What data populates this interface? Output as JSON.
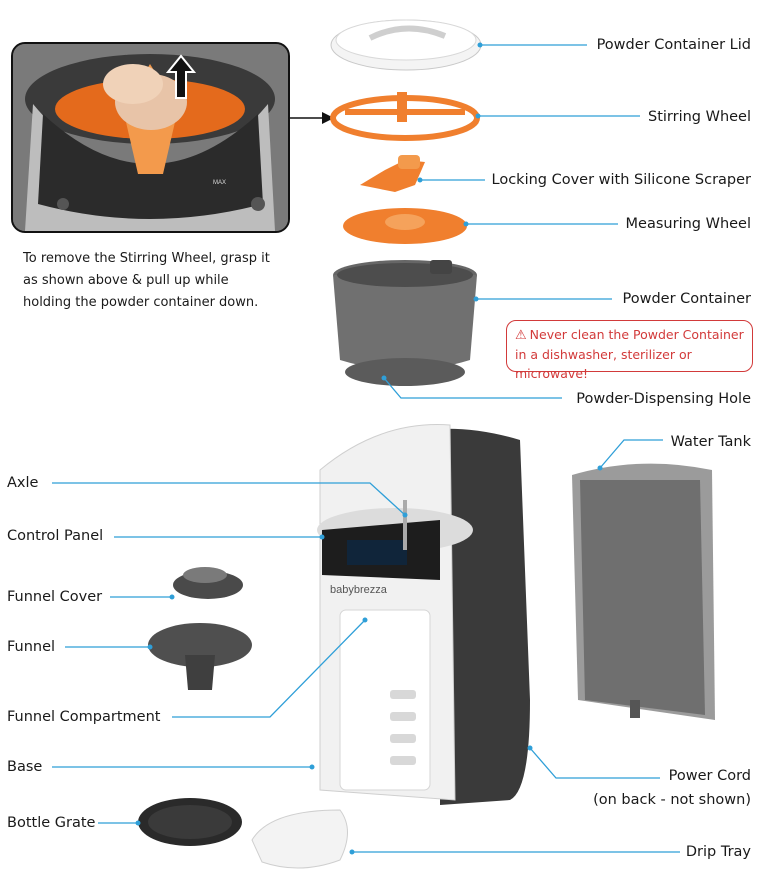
{
  "labels": {
    "powder_container_lid": "Powder Container Lid",
    "stirring_wheel": "Stirring Wheel",
    "locking_cover": "Locking Cover with Silicone Scraper",
    "measuring_wheel": "Measuring Wheel",
    "powder_container": "Powder Container",
    "powder_dispensing_hole": "Powder-Dispensing Hole",
    "water_tank": "Water Tank",
    "axle": "Axle",
    "control_panel": "Control Panel",
    "funnel_cover": "Funnel Cover",
    "funnel": "Funnel",
    "funnel_compartment": "Funnel Compartment",
    "base": "Base",
    "power_cord_line1": "Power Cord",
    "power_cord_line2": "(on back - not shown)",
    "bottle_grate": "Bottle Grate",
    "drip_tray": "Drip Tray"
  },
  "instruction": {
    "line1": "To remove the Stirring Wheel, grasp it",
    "line2": "as shown above & pull up while",
    "line3": "holding the powder container down."
  },
  "warning": {
    "line1": "Never clean the Powder Container",
    "line2": "in a dishwasher, sterilizer or microwave!"
  },
  "brand": "babybrezza",
  "colors": {
    "callout_line": "#2f9fd8",
    "warning": "#d23a3a",
    "accent_orange": "#f07f2e",
    "machine_dark": "#3a3a3a"
  }
}
